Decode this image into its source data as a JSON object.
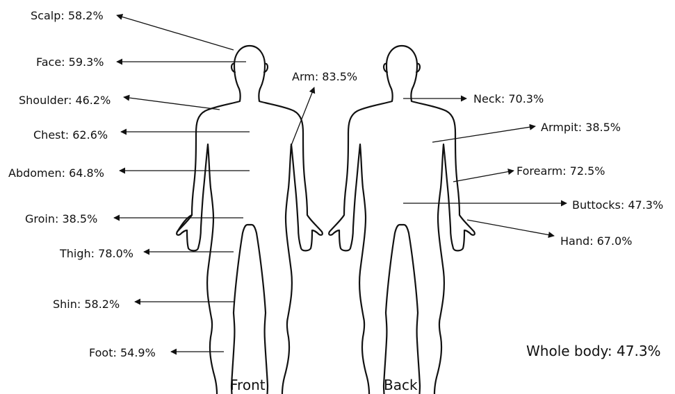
{
  "views": {
    "front": "Front",
    "back": "Back"
  },
  "whole_body": "Whole body: 47.3%",
  "front_labels": {
    "scalp": "Scalp: 58.2%",
    "face": "Face: 59.3%",
    "shoulder": "Shoulder: 46.2%",
    "chest": "Chest: 62.6%",
    "abdomen": "Abdomen: 64.8%",
    "groin": "Groin: 38.5%",
    "thigh": "Thigh: 78.0%",
    "shin": "Shin: 58.2%",
    "foot": "Foot: 54.9%",
    "arm": "Arm: 83.5%"
  },
  "back_labels": {
    "neck": "Neck: 70.3%",
    "armpit": "Armpit: 38.5%",
    "forearm": "Forearm: 72.5%",
    "buttocks": "Buttocks: 47.3%",
    "hand": "Hand: 67.0%"
  }
}
